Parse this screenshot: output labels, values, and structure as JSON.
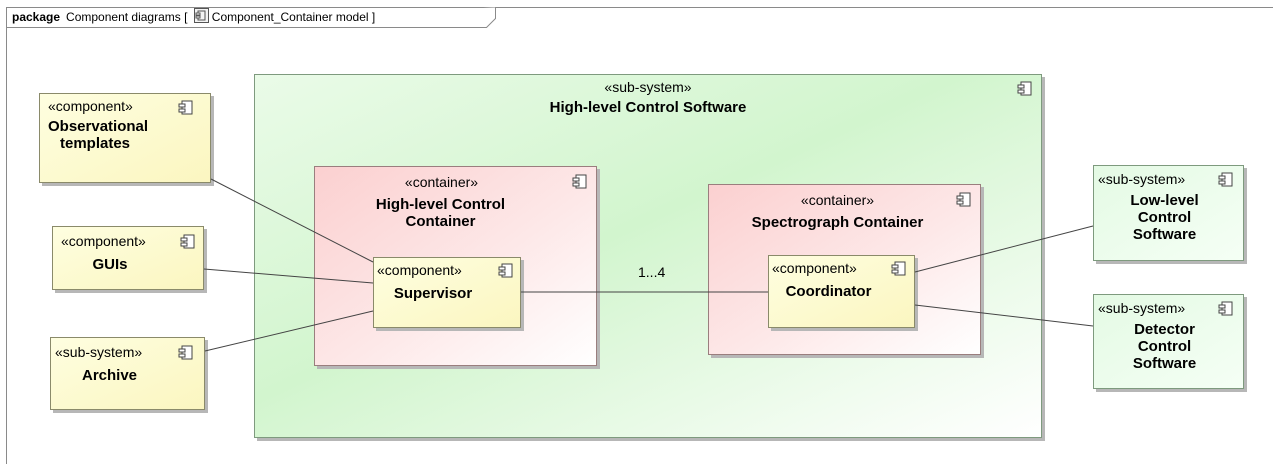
{
  "frame": {
    "keyword": "package",
    "title_prefix": "Component diagrams [",
    "model_name": "Component_Container model",
    "title_suffix": "]"
  },
  "elements": {
    "hlcs": {
      "stereotype": "«sub-system»",
      "name": "High-level Control Software"
    },
    "obs_templates": {
      "stereotype": "«component»",
      "name_line1": "Observational",
      "name_line2": "templates"
    },
    "guis": {
      "stereotype": "«component»",
      "name": "GUIs"
    },
    "archive": {
      "stereotype": "«sub-system»",
      "name": "Archive"
    },
    "hlc_container": {
      "stereotype": "«container»",
      "name_line1": "High-level Control",
      "name_line2": "Container"
    },
    "supervisor": {
      "stereotype": "«component»",
      "name": "Supervisor"
    },
    "spectro_container": {
      "stereotype": "«container»",
      "name": "Spectrograph Container"
    },
    "coordinator": {
      "stereotype": "«component»",
      "name": "Coordinator"
    },
    "llcs": {
      "stereotype": "«sub-system»",
      "name_line1": "Low-level",
      "name_line2": "Control",
      "name_line3": "Software"
    },
    "dcs": {
      "stereotype": "«sub-system»",
      "name_line1": "Detector",
      "name_line2": "Control",
      "name_line3": "Software"
    }
  },
  "connectors": {
    "multiplicity": "1...4"
  }
}
